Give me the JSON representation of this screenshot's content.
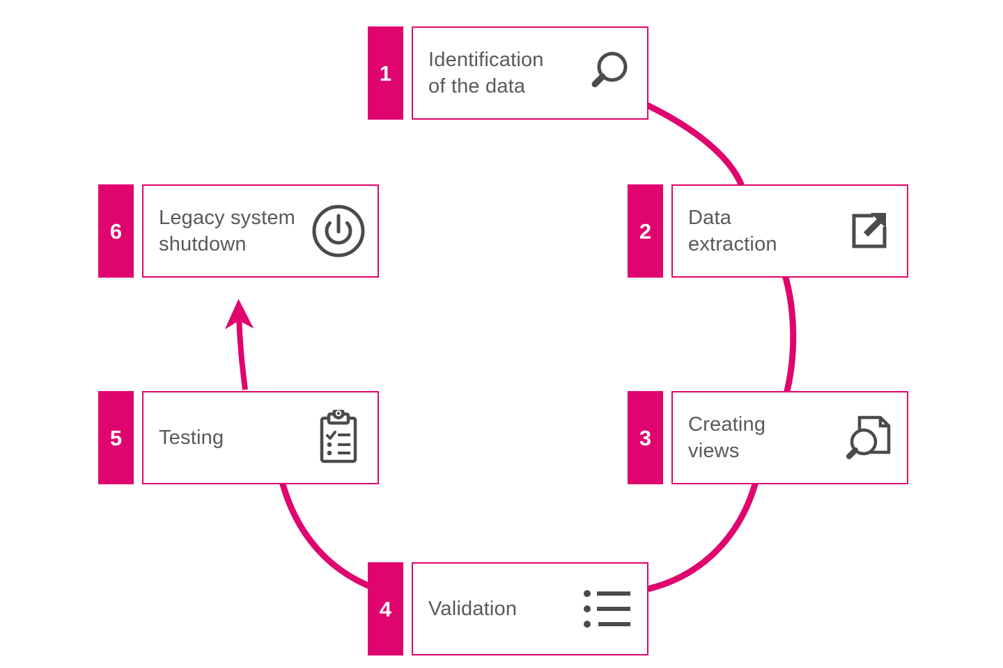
{
  "diagram": {
    "type": "cycle-process",
    "title": "",
    "accent_color": "#e0046e",
    "text_color": "#59595b",
    "icon_color": "#4b4b4d",
    "background": "#ffffff",
    "steps": [
      {
        "number": "1",
        "label": "Identification\nof the data",
        "icon": "magnifier-icon"
      },
      {
        "number": "2",
        "label": "Data\nextraction",
        "icon": "external-link-icon"
      },
      {
        "number": "3",
        "label": "Creating\nviews",
        "icon": "document-search-icon"
      },
      {
        "number": "4",
        "label": "Validation",
        "icon": "bulleted-list-icon"
      },
      {
        "number": "5",
        "label": "Testing",
        "icon": "clipboard-checklist-icon"
      },
      {
        "number": "6",
        "label": "Legacy system\nshutdown",
        "icon": "power-icon"
      }
    ],
    "connectors": [
      {
        "name": "connector-1-to-2",
        "style": "curve"
      },
      {
        "name": "connector-2-to-3",
        "style": "curve"
      },
      {
        "name": "connector-3-to-4",
        "style": "curve"
      },
      {
        "name": "connector-5-to-4",
        "style": "curve"
      },
      {
        "name": "connector-5-to-6",
        "style": "arrow"
      }
    ]
  }
}
